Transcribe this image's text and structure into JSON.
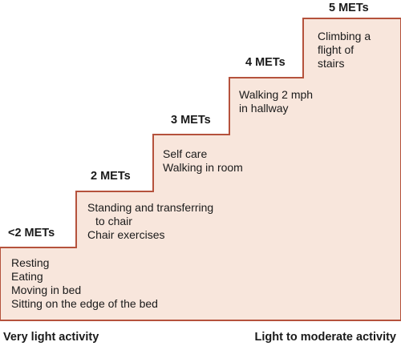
{
  "colors": {
    "step_fill": "#f8e6dc",
    "step_outline": "#b5523c",
    "text": "#1a1a1a"
  },
  "steps": [
    {
      "met": "<2 METs",
      "lines": [
        "Resting",
        "Eating",
        "Moving in bed",
        "Sitting on the edge of the bed"
      ]
    },
    {
      "met": "2 METs",
      "lines": [
        "Standing and transferring",
        "to chair",
        "Chair exercises"
      ]
    },
    {
      "met": "3 METs",
      "lines": [
        "Self care",
        "Walking in room"
      ]
    },
    {
      "met": "4 METs",
      "lines": [
        "Walking 2 mph",
        "in hallway"
      ]
    },
    {
      "met": "5 METs",
      "lines": [
        "Climbing a",
        "flight of",
        "stairs"
      ]
    }
  ],
  "footer": {
    "left": "Very light activity",
    "right": "Light to moderate activity"
  }
}
